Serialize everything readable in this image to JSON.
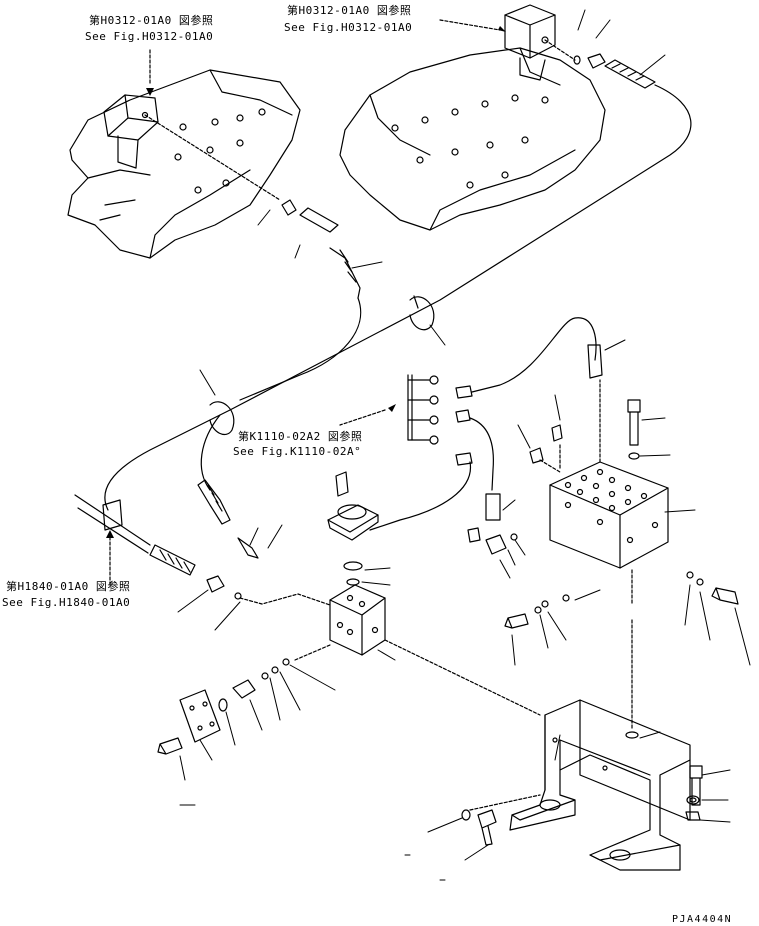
{
  "references": [
    {
      "jp": "第H0312-01A0 図参照",
      "en": "See Fig.H0312-01A0"
    },
    {
      "jp": "第H0312-01A0 図参照",
      "en": "See Fig.H0312-01A0"
    },
    {
      "jp": "第K1110-02A2 図参照",
      "en": "See Fig.K1110-02A°"
    },
    {
      "jp": "第H1840-01A0 図参照",
      "en": "See Fig.H1840-01A0"
    }
  ],
  "drawing_code": "PJA4404N"
}
